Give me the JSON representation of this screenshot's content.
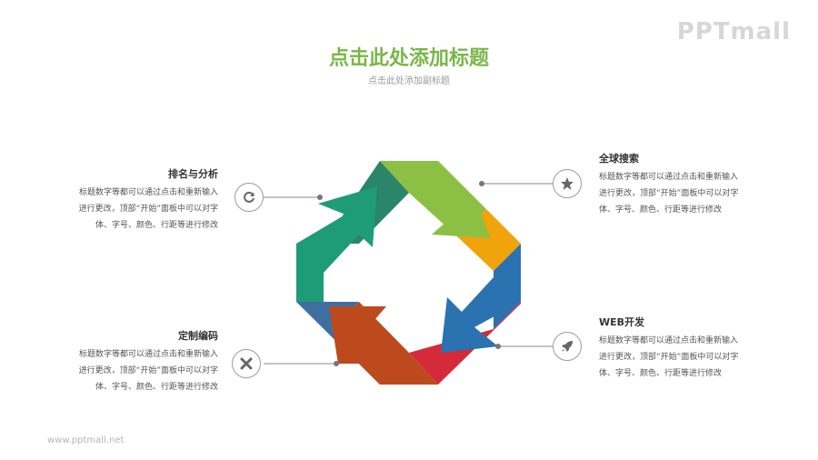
{
  "logo": "PPTmall",
  "title": "点击此处添加标题",
  "subtitle": "点击此处添加副标题",
  "footer": "www.pptmall.net",
  "items": [
    {
      "heading": "排名与分析",
      "lines": [
        "标题数字等都可以通过点击和重新输入",
        "进行更改，顶部“开始”面板中可以对字",
        "体、字号、颜色、行距等进行修改"
      ],
      "icon": "refresh-icon"
    },
    {
      "heading": "定制编码",
      "lines": [
        "标题数字等都可以通过点击和重新输入",
        "进行更改，顶部“开始”面板中可以对字",
        "体、字号、颜色、行距等进行修改"
      ],
      "icon": "close-icon"
    },
    {
      "heading": "全球搜索",
      "lines": [
        "标题数字等都可以通过点击和重新输入",
        "进行更改，顶部“开始”面板中可以对字",
        "体、字号、颜色、行距等进行修改"
      ],
      "icon": "star-icon"
    },
    {
      "heading": "WEB开发",
      "lines": [
        "标题数字等都可以通过点击和重新输入",
        "进行更改，顶部“开始”面板中可以对字",
        "体、字号、颜色、行距等进行修改"
      ],
      "icon": "rocket-icon"
    }
  ],
  "colors": {
    "title": "#7ab648",
    "teal": "#1e9c78",
    "teal_dark": "#2a8569",
    "green": "#8cc044",
    "orange": "#f0a30a",
    "blue": "#2a72b0",
    "red": "#d42a3a",
    "brown": "#bd4a1c",
    "slate": "#3f6ea0"
  }
}
